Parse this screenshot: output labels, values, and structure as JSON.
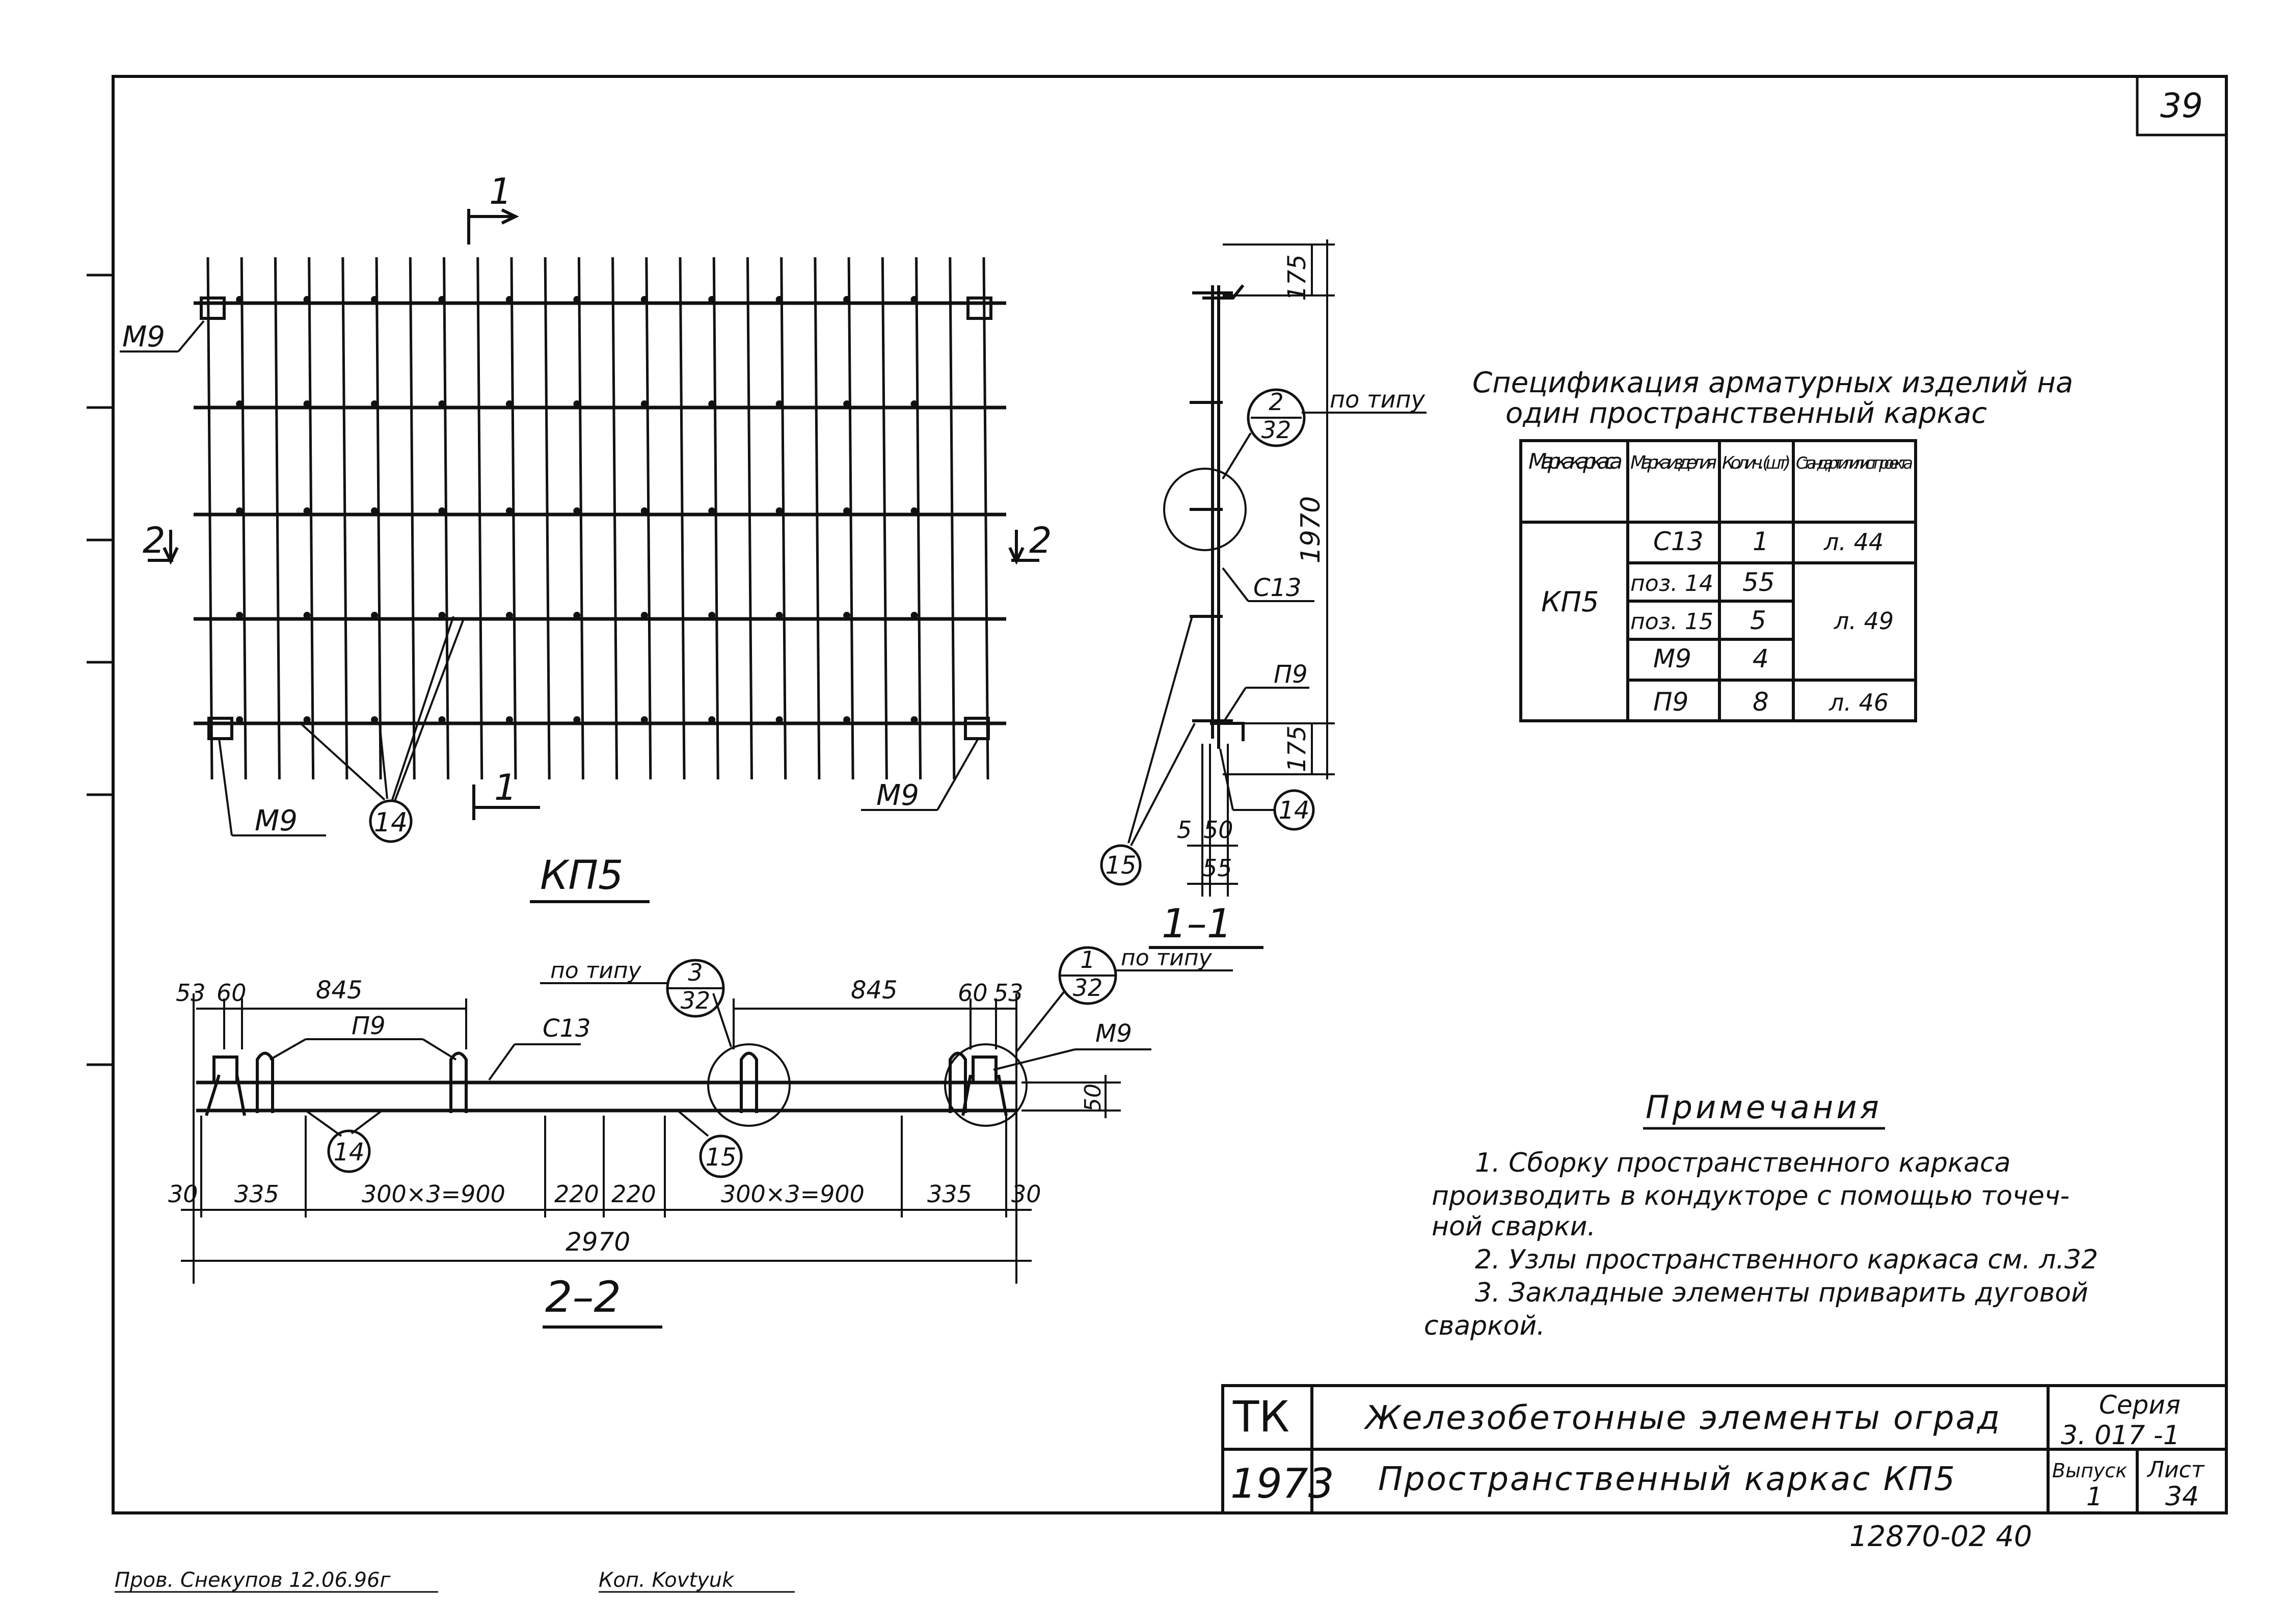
{
  "sheet": {
    "page_number": "39",
    "archive_number": "12870-02  40",
    "footer_checked": "Пров. Снекупов 12.06.96г",
    "footer_copied": "Коп. Kovtyuk"
  },
  "plan": {
    "title": "КП5",
    "section_1_label": "1",
    "section_2_label": "2",
    "mark_m9": "М9",
    "mark_14": "14"
  },
  "section_1_1": {
    "title": "1–1",
    "dim_175_top": "175",
    "dim_1970": "1970",
    "dim_175_bottom": "175",
    "dim_5": "5",
    "dim_50": "50",
    "dim_55": "55",
    "node_ref_num": "2",
    "node_ref_sheet": "32",
    "node_ref_note": "по типу",
    "label_c13": "С13",
    "label_p9": "П9",
    "mark_14": "14",
    "mark_15": "15"
  },
  "section_2_2": {
    "title": "2–2",
    "top_dims": [
      "53",
      "60",
      "845",
      "845",
      "60",
      "53"
    ],
    "bottom_dims": [
      "30",
      "335",
      "300×3=900",
      "220",
      "220",
      "300×3=900",
      "335",
      "30"
    ],
    "overall": "2970",
    "dim_50": "50",
    "label_p9": "П9",
    "label_c13": "С13",
    "label_m9": "М9",
    "node3_num": "3",
    "node3_sheet": "32",
    "node1_num": "1",
    "node1_sheet": "32",
    "node_note": "по типу",
    "mark_14": "14",
    "mark_15": "15"
  },
  "spec": {
    "title_line1": "Спецификация арматурных изделий на",
    "title_line2": "один пространственный каркас",
    "headers": [
      "Марка каркаса",
      "Марка изделия",
      "Колич. (шт)",
      "Стандарт или лист проекта"
    ],
    "frame_mark": "КП5",
    "rows": [
      {
        "item": "С13",
        "qty": "1",
        "ref": "л. 44"
      },
      {
        "item": "поз. 14",
        "qty": "55",
        "ref": ""
      },
      {
        "item": "поз. 15",
        "qty": "5",
        "ref": "л. 49"
      },
      {
        "item": "М9",
        "qty": "4",
        "ref": ""
      },
      {
        "item": "П9",
        "qty": "8",
        "ref": "л. 46"
      }
    ]
  },
  "notes": {
    "heading": "Примечания",
    "lines": [
      "1. Сборку пространственного каркаса",
      "производить в кондукторе с помощью точеч-",
      "ной сварки.",
      "2. Узлы пространственного каркаса см. л.32",
      "3. Закладные элементы приварить дуговой",
      "сваркой."
    ]
  },
  "title_block": {
    "org": "ТК",
    "year": "1973",
    "title1": "Железобетонные элементы оград",
    "title2": "Пространственный каркас КП5",
    "series_label": "Серия",
    "series_value": "3. 017 -1",
    "issue_label": "Выпуск",
    "issue_value": "1",
    "sheet_label": "Лист",
    "sheet_value": "34"
  }
}
